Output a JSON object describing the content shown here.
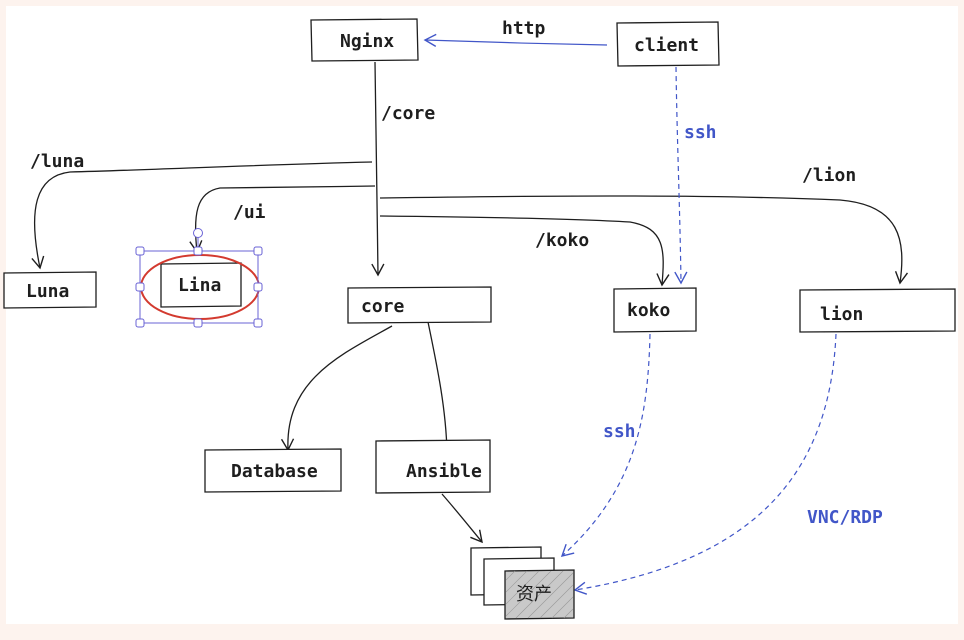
{
  "colors": {
    "background": "#fdf3ee",
    "canvas": "#ffffff",
    "stroke": "#1e1e1e",
    "accent": "#4156c8",
    "selection": "#6a63d6",
    "highlight": "#d33a2f",
    "asset_fill": "#c9c9c9"
  },
  "nodes": {
    "nginx": "Nginx",
    "client": "client",
    "luna": "Luna",
    "lina": "Lina",
    "core": "core",
    "koko": "koko",
    "lion": "lion",
    "database": "Database",
    "ansible": "Ansible",
    "assets": "资产"
  },
  "edges": {
    "http": "http",
    "core_path": "/core",
    "luna_path": "/luna",
    "ui_path": "/ui",
    "koko_path": "/koko",
    "lion_path": "/lion",
    "ssh_client": "ssh",
    "ssh_koko": "ssh",
    "vnc_rdp": "VNC/RDP"
  }
}
